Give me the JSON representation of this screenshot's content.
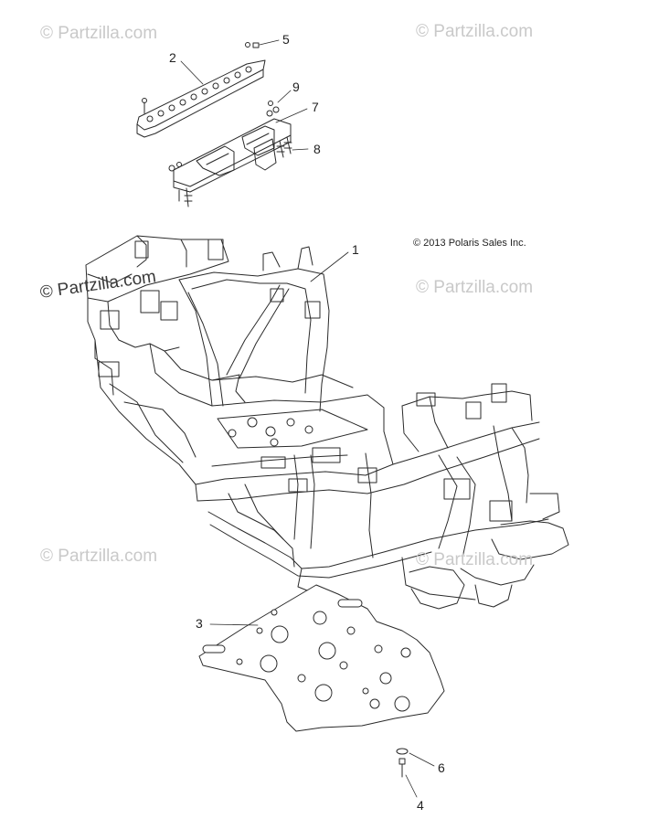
{
  "watermark_text": "© Partzilla.com",
  "watermark_dark_text": "© Partzilla.com",
  "copyright": "© 2013 Polaris Sales Inc.",
  "callouts": {
    "c1": "1",
    "c2": "2",
    "c3": "3",
    "c4": "4",
    "c5": "5",
    "c6": "6",
    "c7": "7",
    "c8": "8",
    "c9": "9"
  },
  "colors": {
    "line": "#2a2a2a",
    "watermark": "#c9c9c9"
  }
}
